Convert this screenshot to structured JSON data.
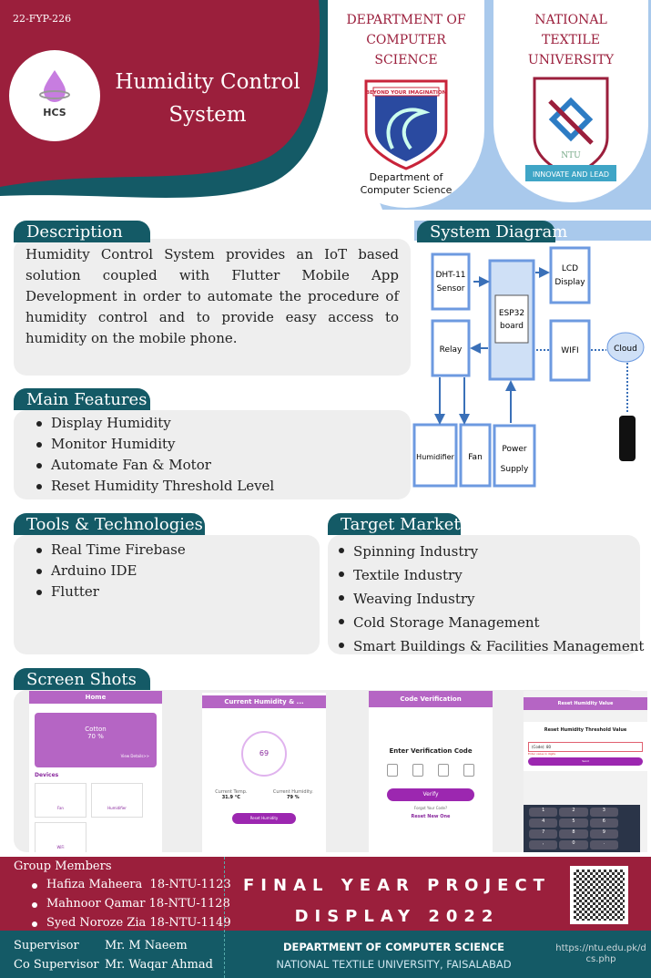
{
  "header": {
    "project_code": "22-FYP-226",
    "logo_text": "HCS",
    "title_line1": "Humidity Control",
    "title_line2": "System",
    "dept_title": "DEPARTMENT OF COMPUTER SCIENCE",
    "dept_logo_motto": "BEYOND YOUR IMAGINATION",
    "dept_logo_caption": "Department of Computer Science",
    "uni_title": "NATIONAL TEXTILE UNIVERSITY",
    "uni_logo_text": "NTU",
    "uni_logo_motto": "INNOVATE AND LEAD"
  },
  "description": {
    "heading": "Description",
    "text": "Humidity Control System provides an IoT based solution coupled with Flutter Mobile App Development in order to automate the procedure of humidity control and to provide easy access to humidity on the mobile phone."
  },
  "system_diagram": {
    "heading": "System Diagram",
    "blocks": {
      "sensor1": "DHT-11",
      "sensor2": "Sensor",
      "esp1": "ESP32",
      "esp2": "board",
      "lcd1": "LCD",
      "lcd2": "Display",
      "relay": "Relay",
      "wifi": "WIFI",
      "cloud": "Cloud",
      "humidifier": "Humidifier",
      "fan": "Fan",
      "power1": "Power",
      "power2": "Supply"
    }
  },
  "main_features": {
    "heading": "Main Features",
    "items": [
      "Display Humidity",
      "Monitor Humidity",
      "Automate Fan & Motor",
      "Reset Humidity Threshold Level"
    ]
  },
  "tools": {
    "heading": "Tools & Technologies",
    "items": [
      "Real Time Firebase",
      "Arduino IDE",
      "Flutter"
    ]
  },
  "target_market": {
    "heading": "Target Market",
    "items": [
      "Spinning Industry",
      "Textile Industry",
      "Weaving Industry",
      "Cold Storage Management",
      "Smart Buildings & Facilities Management"
    ]
  },
  "screenshots": {
    "heading": "Screen Shots",
    "home": {
      "title": "Home",
      "card_title": "Cotton",
      "card_value": "70 %",
      "view_details": "View Details>>",
      "devices": "Devices",
      "fan": "Fan",
      "humidifier": "Humidifier",
      "wifi": "WiFi"
    },
    "humidity": {
      "title": "Current Humidity & ...",
      "gauge": "69",
      "temp_label": "Current Temp.",
      "temp_value": "31.9 °C",
      "hum_label": "Current Humidity.",
      "hum_value": "79 %",
      "button": "Reset Humidity"
    },
    "verify": {
      "title": "Code Verification",
      "heading": "Enter Verification Code",
      "button": "Verify",
      "forgot": "Forgot Your Code?",
      "reset": "Reset New One"
    },
    "reset": {
      "title": "Reset Humidity Value",
      "heading": "Reset Humidity Threshold Value",
      "input": "(Code): 80",
      "hint": "Enter value in digits",
      "button": "Send",
      "keys": [
        "1",
        "2",
        "3",
        "4",
        "5",
        "6",
        "7",
        "8",
        "9",
        ",",
        "0",
        "."
      ]
    }
  },
  "footer": {
    "members_heading": "Group Members",
    "members": [
      {
        "name": "Hafiza Maheera",
        "id": "18-NTU-1123"
      },
      {
        "name": "Mahnoor Qamar",
        "id": "18-NTU-1128"
      },
      {
        "name": "Syed Noroze Zia",
        "id": "18-NTU-1149"
      }
    ],
    "banner_line1": "FINAL YEAR PROJECT",
    "banner_line2": "DISPLAY 2022",
    "supervisor_label": "Supervisor",
    "supervisor": "Mr. M Naeem",
    "co_supervisor_label": "Co Supervisor",
    "co_supervisor": "Mr. Waqar Ahmad",
    "dept": "DEPARTMENT OF COMPUTER SCIENCE",
    "university": "NATIONAL TEXTILE UNIVERSITY, FAISALABAD",
    "url": "https://ntu.edu.pk/dcs.php"
  },
  "colors": {
    "maroon": "#9b1f3c",
    "teal": "#145a66",
    "light_blue": "#a9c9ec",
    "purple": "#b565c4"
  }
}
